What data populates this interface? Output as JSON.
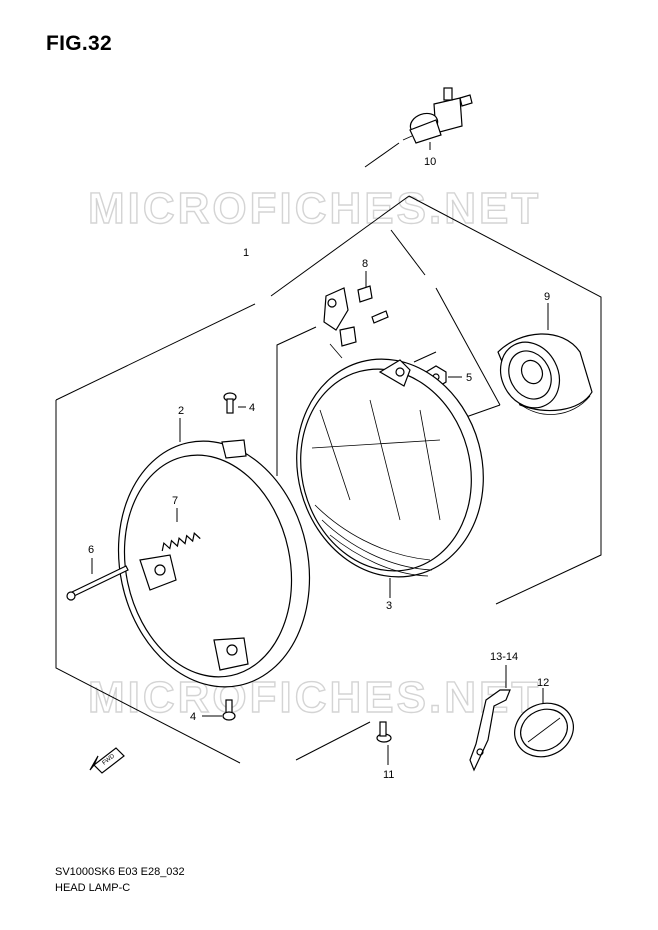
{
  "figure": {
    "title": "FIG.32",
    "code": "SV1000SK6 E03 E28_032",
    "name": "HEAD LAMP-C"
  },
  "watermark": "MICROFICHES.NET",
  "callouts": [
    {
      "id": "c1",
      "label": "1"
    },
    {
      "id": "c2",
      "label": "2"
    },
    {
      "id": "c3",
      "label": "3"
    },
    {
      "id": "c4a",
      "label": "4"
    },
    {
      "id": "c4b",
      "label": "4"
    },
    {
      "id": "c5",
      "label": "5"
    },
    {
      "id": "c6",
      "label": "6"
    },
    {
      "id": "c7",
      "label": "7"
    },
    {
      "id": "c8",
      "label": "8"
    },
    {
      "id": "c9",
      "label": "9"
    },
    {
      "id": "c10",
      "label": "10"
    },
    {
      "id": "c11",
      "label": "11"
    },
    {
      "id": "c12",
      "label": "12"
    },
    {
      "id": "c13",
      "label": "13-14"
    }
  ],
  "direction_marker": "FWD"
}
